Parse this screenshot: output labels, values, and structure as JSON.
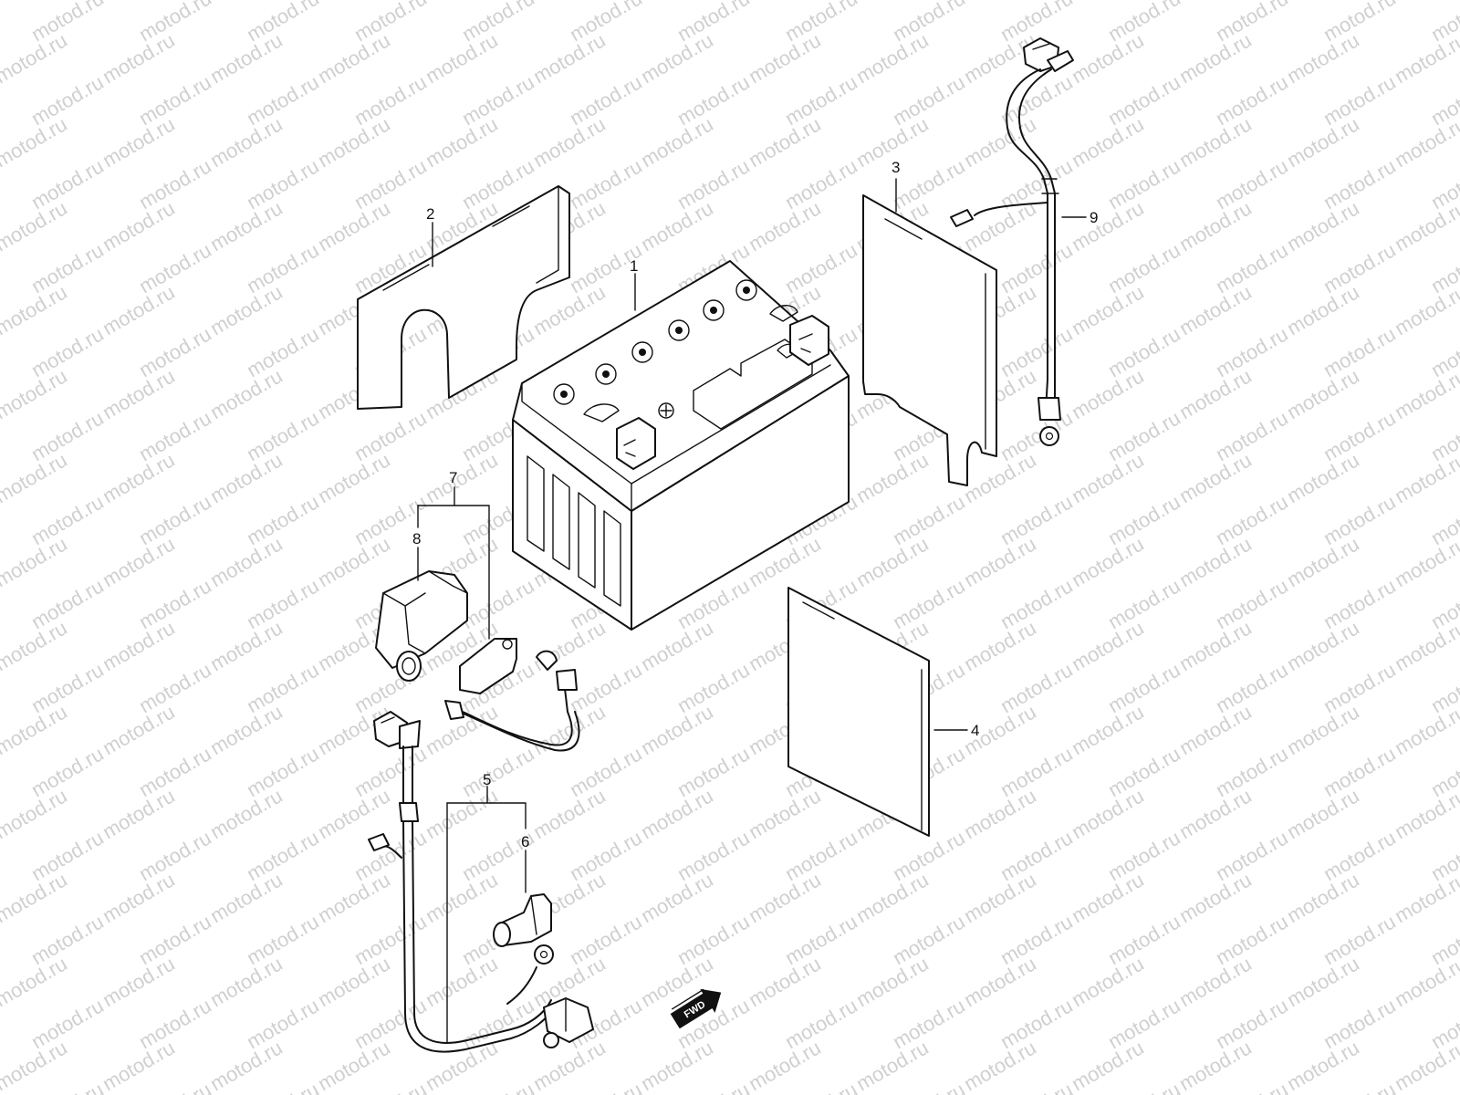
{
  "watermark": "motod.ru",
  "labels": [
    {
      "id": "1",
      "text": "1"
    },
    {
      "id": "2",
      "text": "2"
    },
    {
      "id": "3",
      "text": "3"
    },
    {
      "id": "4",
      "text": "4"
    },
    {
      "id": "5",
      "text": "5"
    },
    {
      "id": "6",
      "text": "6"
    },
    {
      "id": "7",
      "text": "7"
    },
    {
      "id": "8",
      "text": "8"
    },
    {
      "id": "9",
      "text": "9"
    }
  ],
  "fwd_arrow": {
    "text": "FWD"
  }
}
